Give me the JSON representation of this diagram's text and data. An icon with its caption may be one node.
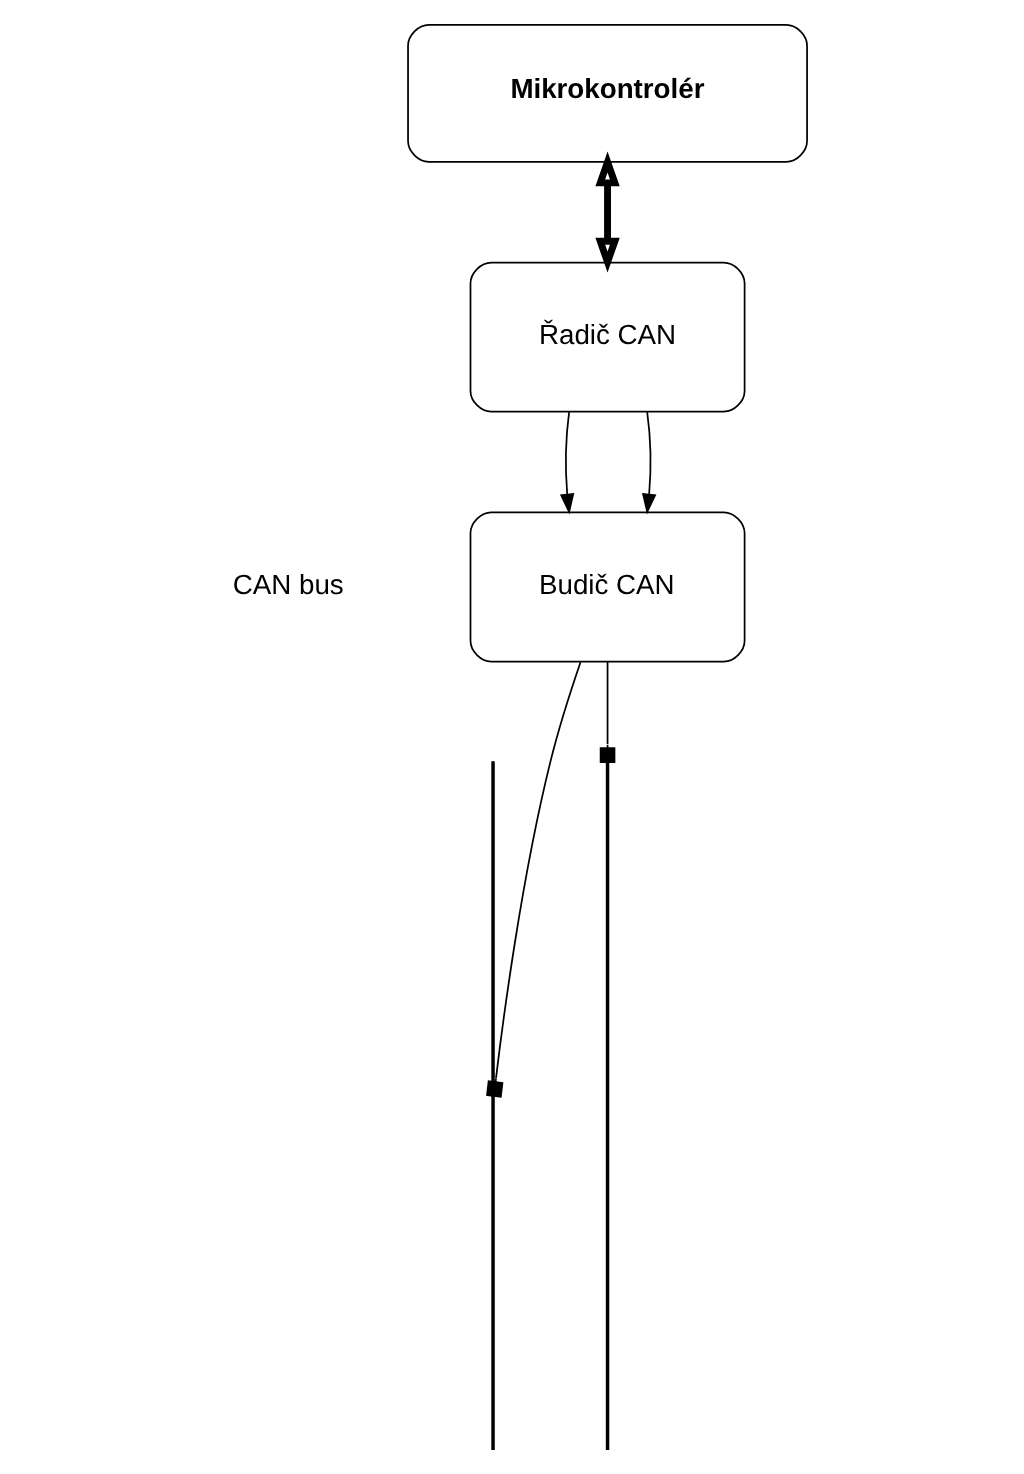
{
  "diagram": {
    "nodes": [
      {
        "text": [
          "Mikrokontrolér"
        ]
      },
      {
        "text": [
          "Řadič CAN"
        ]
      },
      {
        "text": [
          "Budič CAN"
        ]
      },
      {
        "text": [],
        "shape": "bar"
      },
      {
        "text": [],
        "shape": "bar"
      }
    ],
    "edges": [
      {
        "from": 0,
        "to": 1,
        "arrow": "both",
        "style": "thick"
      },
      {
        "from": 1,
        "to": 2,
        "arrow": "to"
      },
      {
        "from": 1,
        "to": 2,
        "arrow": "to"
      },
      {
        "from": 2,
        "to": 3,
        "arrow": "other"
      },
      {
        "from": 2,
        "to": 4,
        "arrow": "other"
      }
    ],
    "labels": [
      "CAN bus"
    ]
  }
}
